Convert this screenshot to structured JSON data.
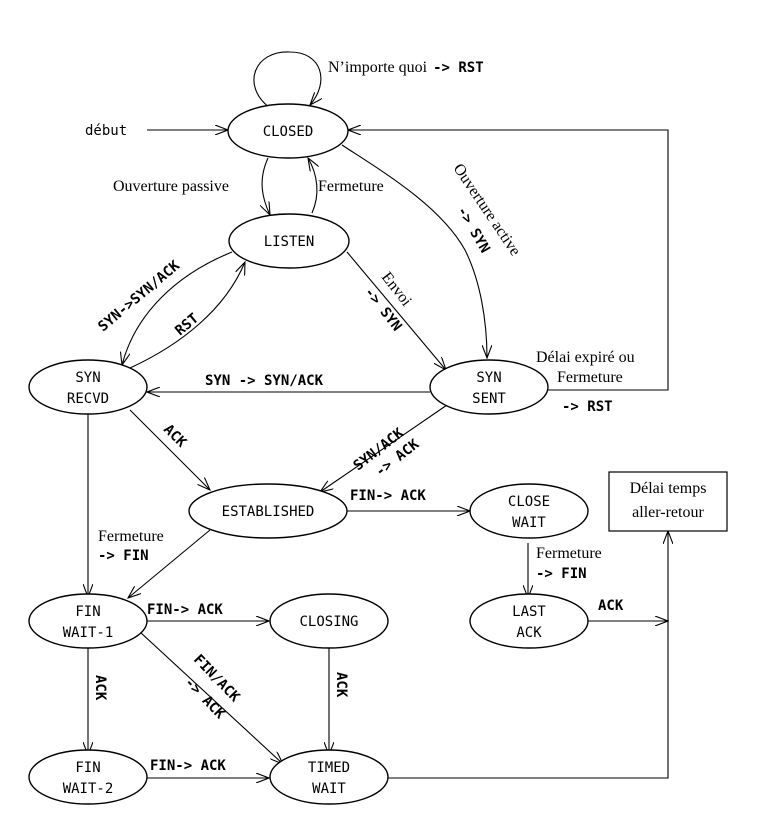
{
  "states": {
    "closed": "CLOSED",
    "listen": "LISTEN",
    "syn_recvd_1": "SYN",
    "syn_recvd_2": "RECVD",
    "syn_sent_1": "SYN",
    "syn_sent_2": "SENT",
    "established": "ESTABLISHED",
    "close_wait_1": "CLOSE",
    "close_wait_2": "WAIT",
    "fin_wait1_1": "FIN",
    "fin_wait1_2": "WAIT-1",
    "closing": "CLOSING",
    "last_ack_1": "LAST",
    "last_ack_2": "ACK",
    "fin_wait2_1": "FIN",
    "fin_wait2_2": "WAIT-2",
    "timed_wait_1": "TIMED",
    "timed_wait_2": "WAIT"
  },
  "box": {
    "line1": "Délai temps",
    "line2": "aller-retour"
  },
  "labels": {
    "self_loop_a": "N’importe quoi",
    "self_loop_b": "-> RST",
    "debut": "début",
    "ouverture_passive": "Ouverture passive",
    "fermeture_closed": "Fermeture",
    "syn_synack": "SYN->SYN/ACK",
    "rst": "RST",
    "envoi": "Envoi",
    "envoi_syn": "-> SYN",
    "ouverture_active": "Ouverture active",
    "ouverture_active_syn": "-> SYN",
    "delai_expire_1": "Délai expiré ou",
    "delai_expire_2": "Fermeture",
    "delai_rst": "-> RST",
    "syn_to_synack": "SYN -> SYN/ACK",
    "ack_recvd": "ACK",
    "synack": "SYN/ACK",
    "synack_ack": "-> ACK",
    "fin_ack_est": "FIN-> ACK",
    "fermeture_est": "Fermeture",
    "fermeture_est_fin": "-> FIN",
    "fermeture_cw": "Fermeture",
    "fermeture_cw_fin": "-> FIN",
    "fin_ack_fw1": "FIN-> ACK",
    "ack_lastack": "ACK",
    "ack_fw1": "ACK",
    "finack": "FIN/ACK",
    "finack_ack": "-> ACK",
    "ack_closing": "ACK",
    "fin_ack_fw2": "FIN-> ACK"
  }
}
